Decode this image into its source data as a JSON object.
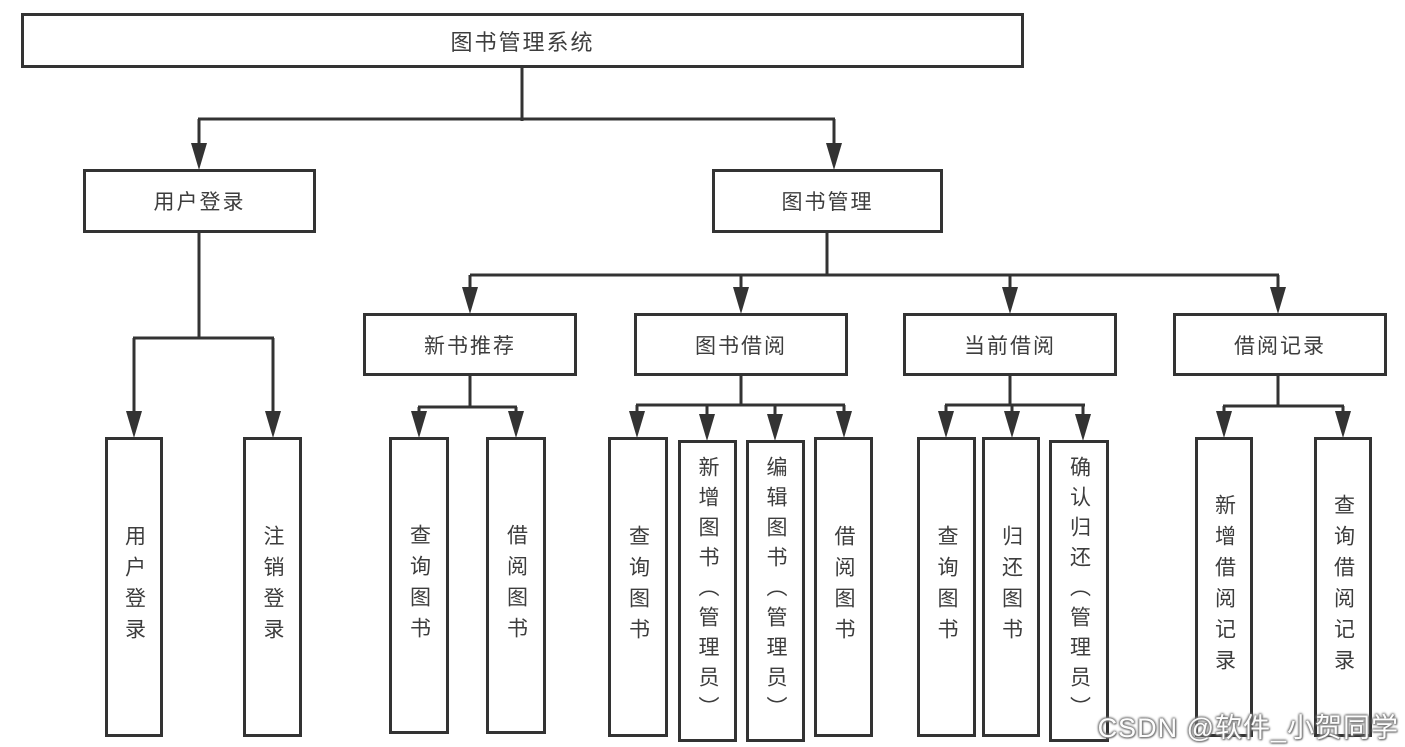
{
  "diagram": {
    "root": {
      "label": "图书管理系统",
      "children": [
        {
          "label": "用户登录",
          "children": [
            {
              "label": "用户登录"
            },
            {
              "label": "注销登录"
            }
          ]
        },
        {
          "label": "图书管理",
          "children": [
            {
              "label": "新书推荐",
              "children": [
                {
                  "label": "查询图书"
                },
                {
                  "label": "借阅图书"
                }
              ]
            },
            {
              "label": "图书借阅",
              "children": [
                {
                  "label": "查询图书"
                },
                {
                  "label": "新增图书（管理员）"
                },
                {
                  "label": "编辑图书（管理员）"
                },
                {
                  "label": "借阅图书"
                }
              ]
            },
            {
              "label": "当前借阅",
              "children": [
                {
                  "label": "查询图书"
                },
                {
                  "label": "归还图书"
                },
                {
                  "label": "确认归还（管理员）"
                }
              ]
            },
            {
              "label": "借阅记录",
              "children": [
                {
                  "label": "新增借阅记录"
                },
                {
                  "label": "查询借阅记录"
                }
              ]
            }
          ]
        }
      ]
    },
    "colors": {
      "line": "#333333",
      "text": "#3d3d3d",
      "background": "#ffffff"
    },
    "watermark": "CSDN @软件_小贺同学"
  }
}
